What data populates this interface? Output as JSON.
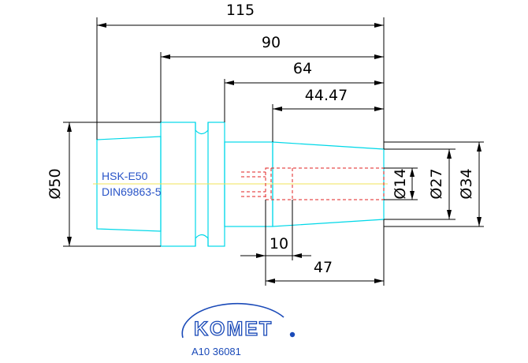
{
  "dimensions": {
    "overall_length": "115",
    "length_90": "90",
    "length_64": "64",
    "length_44": "44.47",
    "length_47": "47",
    "length_10": "10"
  },
  "diameters": {
    "flange": "Ø50",
    "bore": "Ø14",
    "tip": "Ø27",
    "body": "Ø34"
  },
  "labels": {
    "interface": "HSK-E50",
    "standard": "DIN69863-5"
  },
  "brand": {
    "name": "KOMET",
    "part_number": "A10 36081",
    "color": "#1a4ab8"
  },
  "colors": {
    "outline": "#00d8e8",
    "hidden_lines": "#e02020",
    "center_line": "#f2e35a",
    "label_text": "#2a55c8"
  }
}
